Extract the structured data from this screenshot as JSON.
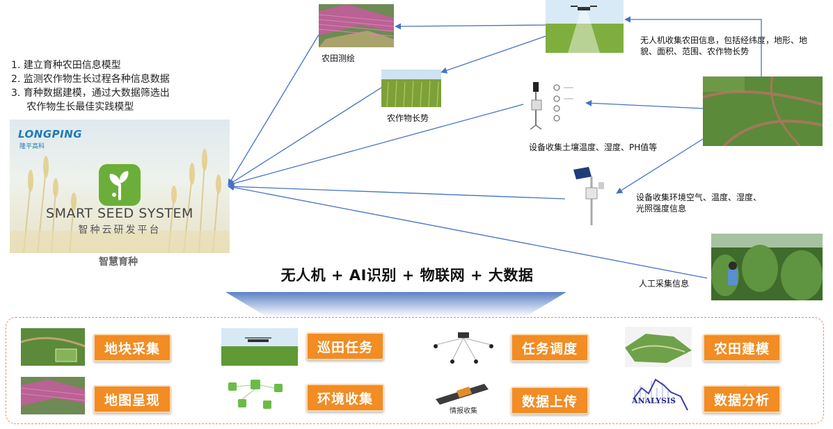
{
  "goals": [
    "1.  建立育种农田信息模型",
    "2.  监测农作物生长过程各种信息数据",
    "3.  育种数据建模，通过大数据筛选出",
    "     农作物生长最佳实践模型"
  ],
  "platform": {
    "brand": "LONGPING",
    "brand_sub": "隆平高科",
    "system_name": "SMART SEED SYSTEM",
    "system_sub": "智种云研发平台",
    "caption": "智慧育种"
  },
  "captions": {
    "farmland_mapping": "农田测绘",
    "crop_growth": "农作物长势",
    "drone_collect": "无人机收集农田信息，包括经纬度，地形、地貌、面积、范围、农作物长势",
    "soil_device": "设备收集土壤温度、湿度、PH值等",
    "env_device": "设备收集环境空气、温度、湿度、光照强度信息",
    "manual_collect": "人工采集信息"
  },
  "formula": "无人机 + AI识别 + 物联网 + 大数据",
  "functions": [
    {
      "label": "地块采集"
    },
    {
      "label": "巡田任务"
    },
    {
      "label": "任务调度"
    },
    {
      "label": "农田建模"
    },
    {
      "label": "地图呈现"
    },
    {
      "label": "环境收集"
    },
    {
      "label": "数据上传"
    },
    {
      "label": "数据分析"
    }
  ],
  "thumb_labels": {
    "upload": "情报收集",
    "analysis": "ANALYSIS"
  },
  "colors": {
    "arrow": "#4472c4",
    "button": "#f28c23",
    "panel_border": "#e8915a",
    "brand": "#1f7ab8"
  }
}
